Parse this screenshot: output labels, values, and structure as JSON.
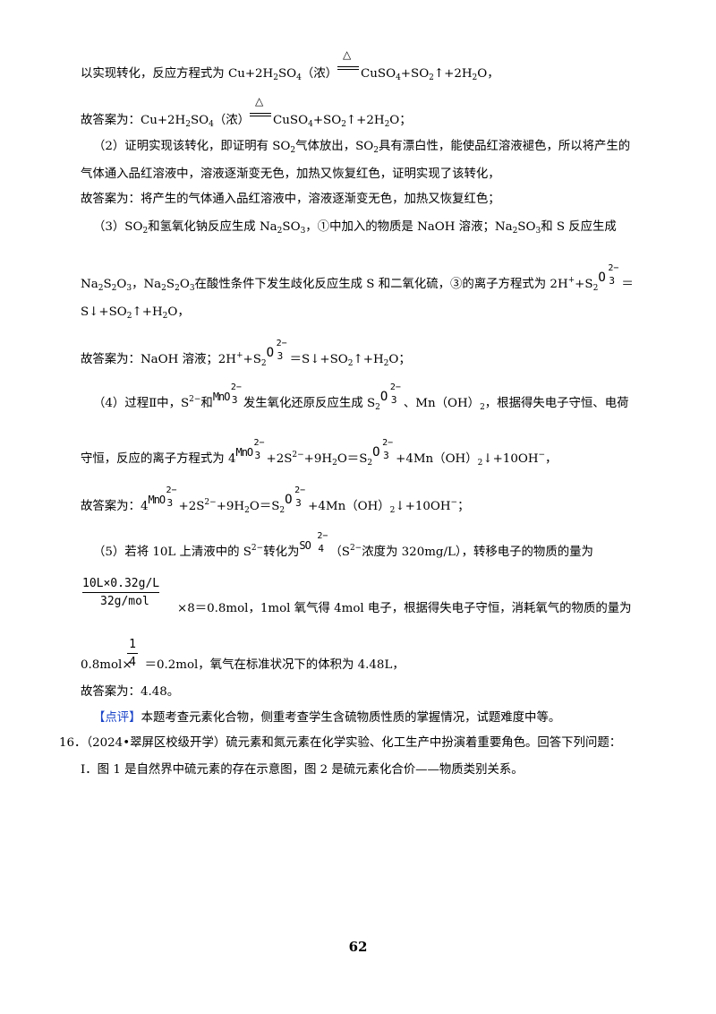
{
  "l1": {
    "a": "以实现转化，反应方程式为 Cu+2H",
    "b": "SO",
    "c": "（浓）",
    "d": "CuSO",
    "e": "+SO",
    "f": "↑+2H",
    "g": "O，"
  },
  "l2": {
    "a": "故答案为：Cu+2H",
    "b": "SO",
    "c": "（浓）",
    "d": "CuSO",
    "e": "+SO",
    "f": "↑+2H",
    "g": "O；"
  },
  "l3": {
    "a": "（2）证明实现该转化，即证明有 SO",
    "b": "气体放出，SO",
    "c": "具有漂白性，能使品红溶液褪色，所以将产生的"
  },
  "l4": "气体通入品红溶液中，溶液逐渐变无色，加热又恢复红色，证明实现了该转化，",
  "l5": "故答案为：将产生的气体通入品红溶液中，溶液逐渐变无色，加热又恢复红色；",
  "l6": {
    "a": "（3）SO",
    "b": "和氢氧化钠反应生成 Na",
    "c": "SO",
    "d": "，①中加入的物质是 NaOH 溶液；Na",
    "e": "SO",
    "f": "和 S 反应生成"
  },
  "l7": {
    "a": "Na",
    "b": "S",
    "c": "O",
    "d": "，Na",
    "e": "S",
    "f": "O",
    "g": "在酸性条件下发生歧化反应生成 S 和二氧化硫，③的离子方程式为 2H",
    "h": "+S",
    "i": "＝"
  },
  "l8": {
    "a": "S↓+SO",
    "b": "↑+H",
    "c": "O，"
  },
  "l9": {
    "a": "故答案为：NaOH 溶液；2H",
    "b": "+S",
    "c": "＝S↓+SO",
    "d": "↑+H",
    "e": "O；"
  },
  "l10": {
    "a": "（4）过程Ⅱ中，S",
    "b": "和",
    "c": "发生氧化还原反应生成 S",
    "d": "、Mn（OH）",
    "e": "，根据得失电子守恒、电荷"
  },
  "l11": {
    "a": "守恒，反应的离子方程式为 4",
    "b": "+2S",
    "c": "+9H",
    "d": "O＝S",
    "e": "+4Mn（OH）",
    "f": "↓+10OH",
    "g": "，"
  },
  "l12": {
    "a": "故答案为：4",
    "b": "+2S",
    "c": "+9H",
    "d": "O＝S",
    "e": "+4Mn（OH）",
    "f": "↓+10OH",
    "g": "；"
  },
  "l13": {
    "a": "（5）若将 10L 上清液中的 S",
    "b": "转化为",
    "c": "（S",
    "d": "浓度为 320mg/L），转移电子的物质的量为"
  },
  "frac1": {
    "num": "10L×0.32g/L",
    "den": "32g/mol"
  },
  "l14": "×8＝0.8mol，1mol 氧气得 4mol 电子，根据得失电子守恒，消耗氧气的物质的量为",
  "frac2": {
    "num": "1",
    "den": "4"
  },
  "l15": {
    "a": "0.8mol×",
    "b": "＝0.2mol，氧气在标准状况下的体积为 4.48L，"
  },
  "l16": "故答案为：4.48。",
  "l17": {
    "tag": "【点评】",
    "text": "本题考查元素化合物，侧重考查学生含硫物质性质的掌握情况，试题难度中等。"
  },
  "l18": {
    "num": "16．",
    "text": "（2024•翠屏区校级开学）硫元素和氮元素在化学实验、化工生产中扮演着重要角色。回答下列问题："
  },
  "l19": "Ⅰ．图 1 是自然界中硫元素的存在示意图，图 2 是硫元素化合价——物质类别关系。",
  "ion": {
    "so": "S",
    "o": "O",
    "mn": "MnO",
    "so4": "SO",
    "c2": "2−",
    "s3": "3",
    "s4": "4"
  },
  "sym": {
    "two": "2",
    "three": "3",
    "four": "4",
    "plus": "+",
    "minus": "−",
    "twominus": "2−",
    "delta": "△"
  },
  "page_number": "62"
}
